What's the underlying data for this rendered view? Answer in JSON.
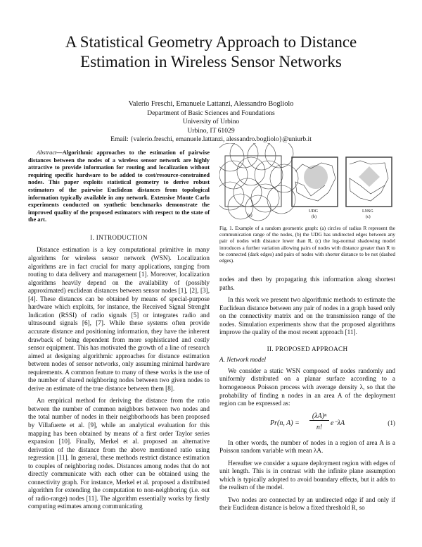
{
  "title_lines": [
    "A Statistical Geometry Approach to Distance",
    "Estimation in Wireless Sensor Networks"
  ],
  "authors": "Valerio Freschi, Emanuele Lattanzi, Alessandro Bogliolo",
  "department": "Department of Basic Sciences and Foundations",
  "university": "University of Urbino",
  "city": "Urbino, IT 61029",
  "email": "Email: {valerio.freschi, emanuele.lattanzi, alessandro.bogliolo}@uniurb.it",
  "abstract_label": "Abstract",
  "abstract_text": "—Algorithmic approaches to the estimation of pairwise distances between the nodes of a wireless sensor network are highly attractive to provide information for routing and localization without requiring specific hardware to be added to cost/resource-constrained nodes. This paper exploits statistical geometry to derive robust estimators of the pairwise Euclidean distances from topological information typically available in any network. Extensive Monte Carlo experiments conducted on synthetic benchmarks demonstrate the improved quality of the proposed estimators with respect to the state of the art.",
  "section1_heading": "I. INTRODUCTION",
  "intro_p1": "Distance estimation is a key computational primitive in many algorithms for wireless sensor network (WSN). Localization algorithms are in fact crucial for many applications, ranging from routing to data delivery and management [1]. Moreover, localization algorithms heavily depend on the availability of (possibly approximated) euclidean distances between sensor nodes [1], [2], [3], [4]. These distances can be obtained by means of special-purpose hardware which exploits, for instance, the Received Signal Strenght Indication (RSSI) of radio signals [5] or integrates radio and ultrasound signals [6], [7]. While these systems often provide accurate distance and positioning information, they have the inherent drawback of being dependent from more sophisticated and costly sensor equipment. This has motivated the growth of a line of research aimed at designing algorithmic approaches for distance estimation between nodes of sensor networks, only assuming minimal hardware requirements. A common feature to many of these works is the use of the number of shared neighboring nodes between two given nodes to derive an estimate of the true distance between them [8].",
  "intro_p2": "An empirical method for deriving the distance from the ratio between the number of common neighbors between two nodes and the total number of nodes in their neighborhoods has been proposed by Villafuerte et al. [9], while an analytical evaluation for this mapping has been obtained by means of a first order Taylor series expansion [10]. Finally, Merkel et al. proposed an alternative derivation of the distance from the above mentioned ratio using regression [11]. In general, these methods restrict distance estimation to couples of neighboring nodes. Distances among nodes that do not directly communicate with each other can be obtained using the connectivity graph. For instance, Merkel et al. proposed a distributed algorithm for extending the computation to non-neighboring (i.e. out of radio-range) nodes [11]. The algorithm essentially works by firstly computing estimates among communicating",
  "figure": {
    "labels": [
      "(a)",
      "UDG",
      "(b)",
      "LNSG",
      "(c)"
    ],
    "caption": "Fig. 1.   Example of a random geometric graph: (a) circles of radius R represent the communication range of the nodes, (b) the UDG has undirected edges between any pair of nodes with distance lower than R, (c) the log-normal shadowing model introduces a further variation allowing pairs of nodes with distance greater than R to be connected (dark edges) and pairs of nodes with shorter distance to be not (dashed edges)."
  },
  "right_p1": "nodes and then by propagating this information along shortest paths.",
  "right_p2": "In this work we present two algorithmic methods to estimate the Euclidean distance between any pair of nodes in a graph based only on the connectivity matrix and on the transmission range of the nodes. Simulation experiments show that the proposed algorithms improve the quality of the most recent approach [11].",
  "section2_heading": "II. PROPOSED APPROACH",
  "subsection_a": "A. Network model",
  "model_p1": "We consider a static WSN composed of nodes randomly and uniformly distributed on a planar surface according to a homogeneous Poisson process with average density λ, so that the probability of finding n nodes in an area A of the deployment region can be expressed as:",
  "equation_lhs": "Pr(n, A) =",
  "equation_num": "(λA)ⁿ",
  "equation_den": "n!",
  "equation_exp": "e⁻λA",
  "equation_number": "(1)",
  "model_p2": "In other words, the number of nodes in a region of area A is a Poisson random variable with mean λA.",
  "model_p3": "Hereafter we consider a square deployment region with edges of unit length. This is in contrast with the infinite plane assumption which is typically adopted to avoid boundary effects, but it adds to the realism of the model.",
  "model_p4": "Two nodes are connected by an undirected edge if and only if their Euclidean distance is below a fixed threshold R, so",
  "colors": {
    "citation_underline": "#7fb0e6",
    "figure_fill": "#cfcfcf"
  }
}
